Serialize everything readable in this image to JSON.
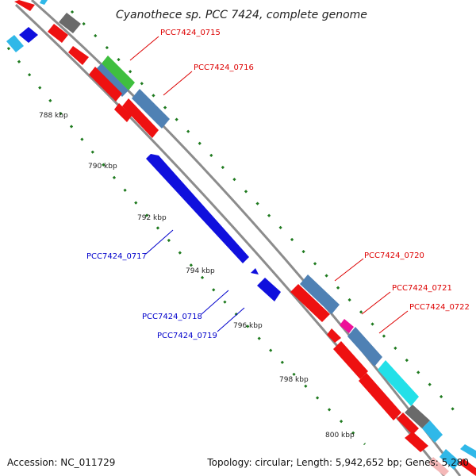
{
  "title": "Cyanothece sp. PCC 7424, complete genome",
  "accession": "Accession: NC_011729",
  "summary": "Topology: circular; Length: 5,942,652 bp; Genes: 5,280",
  "ticks": {
    "t788": "788 kbp",
    "t790": "790 kbp",
    "t792": "792 kbp",
    "t794": "794 kbp",
    "t796": "796 kbp",
    "t798": "798 kbp",
    "t800": "800 kbp"
  },
  "genes": {
    "g0715": "PCC7424_0715",
    "g0716": "PCC7424_0716",
    "g0717": "PCC7424_0717",
    "g0718": "PCC7424_0718",
    "g0719": "PCC7424_0719",
    "g0720": "PCC7424_0720",
    "g0721": "PCC7424_0721",
    "g0722": "PCC7424_0722"
  },
  "colors": {
    "backbone": "#8c8c8c",
    "forward_cds": "#ee1111",
    "reverse_cds": "#1010dd",
    "steelblue": "#4f81b4",
    "cyan": "#22e0e8",
    "skyblue": "#30b8e8",
    "green": "#3fbf3f",
    "gray": "#6a6a6a",
    "magenta": "#ee1199",
    "tick_green": "#1e7a1e",
    "label_red": "#dd0000",
    "label_blue": "#0000cc"
  }
}
